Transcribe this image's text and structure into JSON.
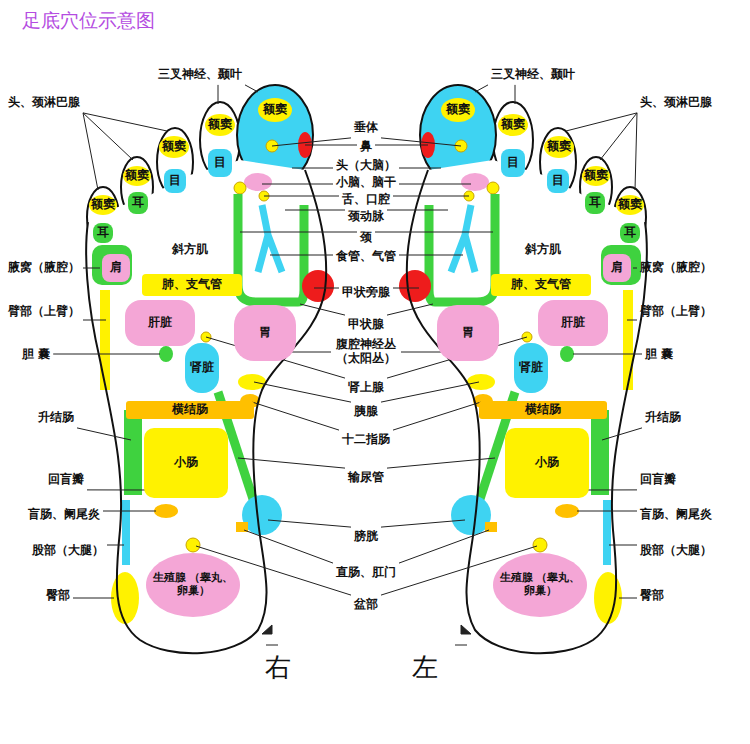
{
  "diagram": {
    "title": "足底穴位示意图",
    "nodes": [
      {
        "text": [
          "额窦"
        ]
      },
      {
        "text": [
          "额窦"
        ]
      },
      {
        "text": [
          "额窦"
        ]
      },
      {
        "text": [
          "额窦"
        ]
      },
      {
        "text": [
          "额窦"
        ]
      },
      {
        "text": [
          "目"
        ]
      },
      {
        "text": [
          "目"
        ]
      },
      {
        "text": [
          "耳"
        ]
      },
      {
        "text": [
          "耳"
        ]
      },
      {
        "text": [
          "肩"
        ]
      },
      {
        "text": [
          "肺、支气管"
        ]
      },
      {
        "text": [
          "肝脏"
        ]
      },
      {
        "text": [
          "肾脏"
        ]
      },
      {
        "text": [
          "胃"
        ]
      },
      {
        "text": [
          "横结肠"
        ]
      },
      {
        "text": [
          "小肠"
        ]
      },
      {
        "text": [
          "生殖腺 （睾丸、卵巢）"
        ]
      },
      {
        "text": [
          "额窦"
        ]
      },
      {
        "text": [
          "额窦"
        ]
      },
      {
        "text": [
          "额窦"
        ]
      },
      {
        "text": [
          "额窦"
        ]
      },
      {
        "text": [
          "额窦"
        ]
      },
      {
        "text": [
          "目"
        ]
      },
      {
        "text": [
          "目"
        ]
      },
      {
        "text": [
          "耳"
        ]
      },
      {
        "text": [
          "耳"
        ]
      },
      {
        "text": [
          "肩"
        ]
      },
      {
        "text": [
          "肺、支气管"
        ]
      },
      {
        "text": [
          "肝脏"
        ]
      },
      {
        "text": [
          "肾脏"
        ]
      },
      {
        "text": [
          "胃"
        ]
      },
      {
        "text": [
          "横结肠"
        ]
      },
      {
        "text": [
          "小肠"
        ]
      },
      {
        "text": [
          "生殖腺 （睾丸、卵巢）"
        ]
      }
    ],
    "labels": [
      "三叉神经、颞叶",
      "三叉神经、颞叶",
      "头、颈淋巴腺",
      "头、颈淋巴腺",
      "垂体",
      "鼻",
      "头（大脑）",
      "小脑、脑干",
      "舌、口腔",
      "颈动脉",
      "颈",
      "食管、气管",
      "斜方肌",
      "斜方肌",
      "腋窝（腋腔）",
      "腋窝（腋腔）",
      "甲状旁腺",
      "甲状腺",
      "臂部（上臂）",
      "臂部（上臂）",
      "腹腔神经丛 （太阳丛）",
      "胆 囊",
      "胆 囊",
      "肾上腺",
      "升结肠",
      "胰腺",
      "升结肠",
      "十二指肠",
      "输尿管",
      "回盲瓣",
      "回盲瓣",
      "盲肠、阑尾炎",
      "盲肠、阑尾炎",
      "膀胱",
      "股部（大腿）",
      "股部（大腿）",
      "直肠、肛门",
      "臀部",
      "臀部",
      "盆部",
      "右",
      "左"
    ]
  }
}
